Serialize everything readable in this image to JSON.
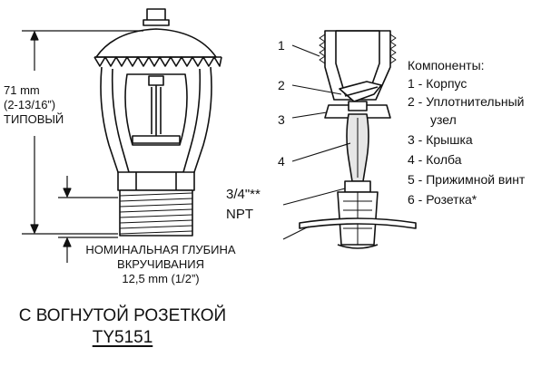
{
  "dimension": {
    "height_mm": "71 mm",
    "height_in": "(2-13/16”)",
    "typical": "ТИПОВЫЙ"
  },
  "thread": {
    "size": "3/4\"**",
    "type": "NPT"
  },
  "engagement": {
    "line1": "НОМИНАЛЬНАЯ ГЛУБИНА",
    "line2": "ВКРУЧИВАНИЯ",
    "value": "12,5 mm (1/2”)"
  },
  "caption": {
    "title": "С ВОГНУТОЙ РОЗЕТКОЙ",
    "model": "TY5151"
  },
  "callouts": [
    "1",
    "2",
    "3",
    "4"
  ],
  "components": {
    "heading": "Компоненты:",
    "items": [
      "1 - Корпус",
      "2 - Уплотнительный",
      "узел",
      "3 - Крышка",
      "4 - Колба",
      "5 - Прижимной винт",
      "6 - Розетка*"
    ]
  },
  "colors": {
    "ink": "#111111",
    "fill": "#ffffff",
    "glass": "#e6e6e6"
  }
}
